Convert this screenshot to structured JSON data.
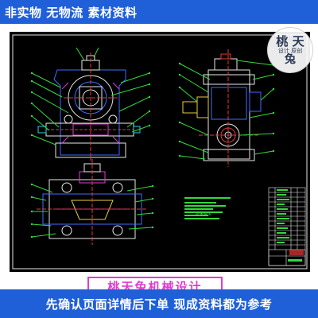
{
  "header": {
    "banner_text": "非实物 无物流 素材资料"
  },
  "stamp": {
    "line1": "桃 天",
    "line2": "设计 原创",
    "line3": "兔"
  },
  "drawing": {
    "notes_title": "技术要求",
    "caption": "桃天兔机械设计",
    "colors": {
      "sheet_bg": "#000000",
      "frame": "#e6e6e6",
      "leader_green": "#33d93c",
      "outline_blue": "#3f6cff",
      "outline_white": "#e8e8e8",
      "accent_red": "#e23a3a",
      "accent_cyan": "#2fd0e0",
      "accent_magenta": "#e23ad3",
      "accent_yellow": "#e6d13a"
    }
  },
  "footer": {
    "banner_text": "先确认页面详情后下单 现成资料都为参考"
  }
}
